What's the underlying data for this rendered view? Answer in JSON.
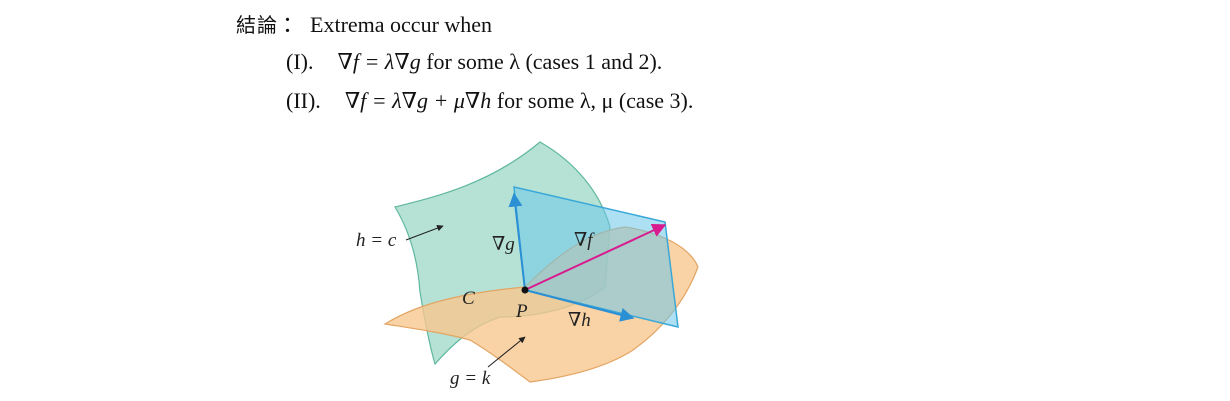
{
  "conclusion": {
    "heading": "結論",
    "colon": "：",
    "text": "Extrema occur when"
  },
  "cases": [
    {
      "label": "(I).",
      "formula": "∇f = λ∇g",
      "text": " for some λ (cases  1 and 2)."
    },
    {
      "label": "(II).",
      "formula": "∇f = λ∇g + μ∇h",
      "text": " for some λ, μ (case  3)."
    }
  ],
  "figure": {
    "labels": {
      "h_surface": "h = c",
      "g_surface": "g = k",
      "curve": "C",
      "point": "P",
      "grad_g": "∇g",
      "grad_f": "∇f",
      "grad_h": "∇h"
    },
    "colors": {
      "green_surface": "#8fd3bf",
      "orange_surface": "#f8c78e",
      "blue_plane": "#6cc6ea",
      "grad_f_arrow": "#d81b8e",
      "grad_arrows": "#2b8fd4"
    }
  }
}
